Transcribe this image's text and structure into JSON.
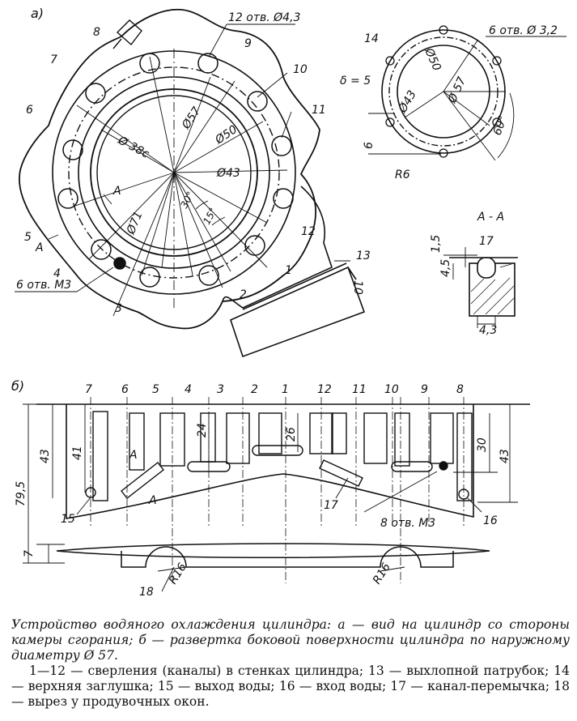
{
  "view_a": {
    "label": "а)",
    "holes_note": "12 отв. Ø4,3",
    "m3_note": "6 отв. М3",
    "dims": {
      "d38": "Ø 38с",
      "d57": "Ø57",
      "d50": "Ø50",
      "d43": "Ø43",
      "d71": "Ø71",
      "ang30": "30°",
      "ang15": "15°",
      "ten": "10"
    },
    "section_mark": "А",
    "numbers": [
      "1",
      "2",
      "3",
      "4",
      "5",
      "6",
      "7",
      "8",
      "9",
      "10",
      "11",
      "12",
      "13"
    ]
  },
  "plug_view": {
    "label14": "14",
    "holes_note": "6 отв. Ø 3,2",
    "delta": "δ = 5",
    "d50": "Ø50",
    "d43": "Ø43",
    "d57": "Ø 57",
    "angle": "60°",
    "six": "6",
    "r6": "R6"
  },
  "section_aa": {
    "title": "А - А",
    "d15": "1,5",
    "label17": "17",
    "d45": "4,5",
    "d43": "4,3"
  },
  "view_b": {
    "label": "б)",
    "channel_numbers": [
      "7",
      "6",
      "5",
      "4",
      "3",
      "2",
      "1",
      "12",
      "11",
      "10",
      "9",
      "8"
    ],
    "dims": {
      "d43l": "43",
      "d41": "41",
      "d795": "79,5",
      "d7": "7",
      "d24": "24",
      "d26": "26",
      "d30": "30",
      "d43r": "43",
      "r16a": "R16",
      "r16b": "R16"
    },
    "section_mark": "А",
    "labels": {
      "n15": "15",
      "n16": "16",
      "n17": "17",
      "n18": "18",
      "m3": "8 отв. М3"
    }
  },
  "caption": {
    "main": "Устройство водяного охлаждения цилиндра: а — вид на цилиндр со стороны камеры сгорания; б — развертка боковой поверхности цилиндра по наружному диаметру Ø 57.",
    "legend": "1—12 — сверления (каналы) в стенках цилиндра; 13 — выхлопной патрубок; 14 — верхняя заглушка; 15 — выход воды; 16 — вход воды; 17 — канал-перемычка; 18 — вырез у продувочных окон."
  }
}
